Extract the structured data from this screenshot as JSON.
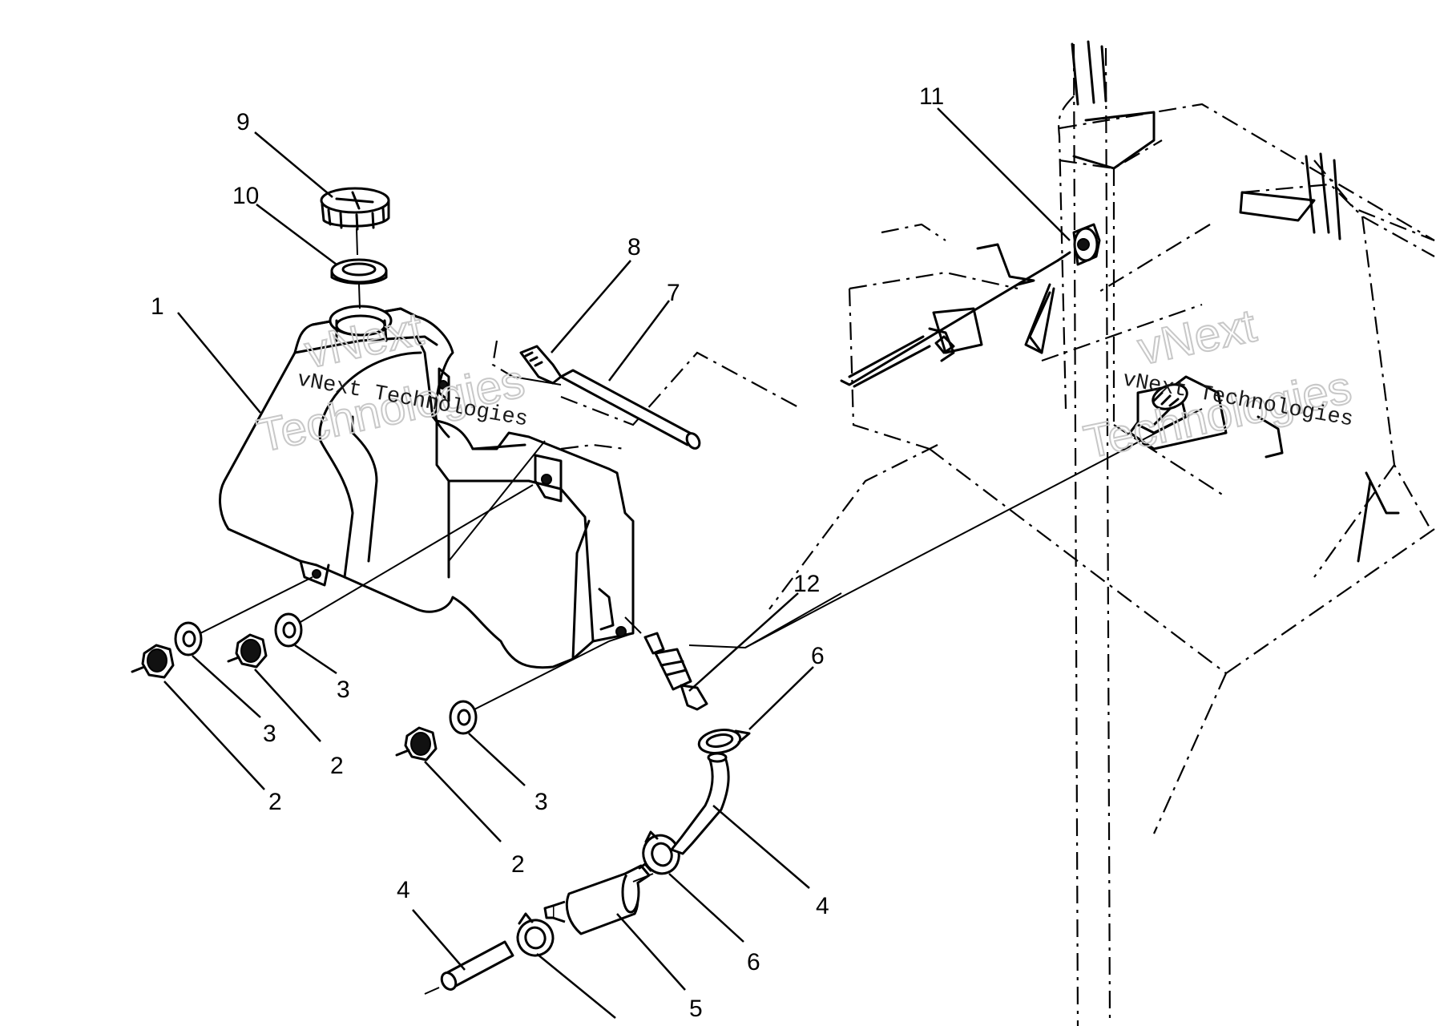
{
  "callouts": [
    {
      "id": "1",
      "label": "1",
      "part": "fuel-tank"
    },
    {
      "id": "2a",
      "label": "2",
      "part": "nut"
    },
    {
      "id": "2b",
      "label": "2",
      "part": "nut"
    },
    {
      "id": "2c",
      "label": "2",
      "part": "nut"
    },
    {
      "id": "3a",
      "label": "3",
      "part": "washer"
    },
    {
      "id": "3b",
      "label": "3",
      "part": "washer"
    },
    {
      "id": "3c",
      "label": "3",
      "part": "washer"
    },
    {
      "id": "4a",
      "label": "4",
      "part": "fuel-hose"
    },
    {
      "id": "4b",
      "label": "4",
      "part": "fuel-hose"
    },
    {
      "id": "5",
      "label": "5",
      "part": "fuel-filter"
    },
    {
      "id": "6a",
      "label": "6",
      "part": "hose-clamp"
    },
    {
      "id": "6b",
      "label": "6",
      "part": "hose-clamp"
    },
    {
      "id": "7",
      "label": "7",
      "part": "vent-hose"
    },
    {
      "id": "8",
      "label": "8",
      "part": "vent-fitting"
    },
    {
      "id": "9",
      "label": "9",
      "part": "fuel-cap"
    },
    {
      "id": "10",
      "label": "10",
      "part": "cap-gasket"
    },
    {
      "id": "11",
      "label": "11",
      "part": "fuel-valve"
    },
    {
      "id": "12",
      "label": "12",
      "part": "fitting"
    }
  ],
  "watermark": {
    "text": "vNext Technologies",
    "line1": "vNext",
    "line2": "Technologies"
  }
}
